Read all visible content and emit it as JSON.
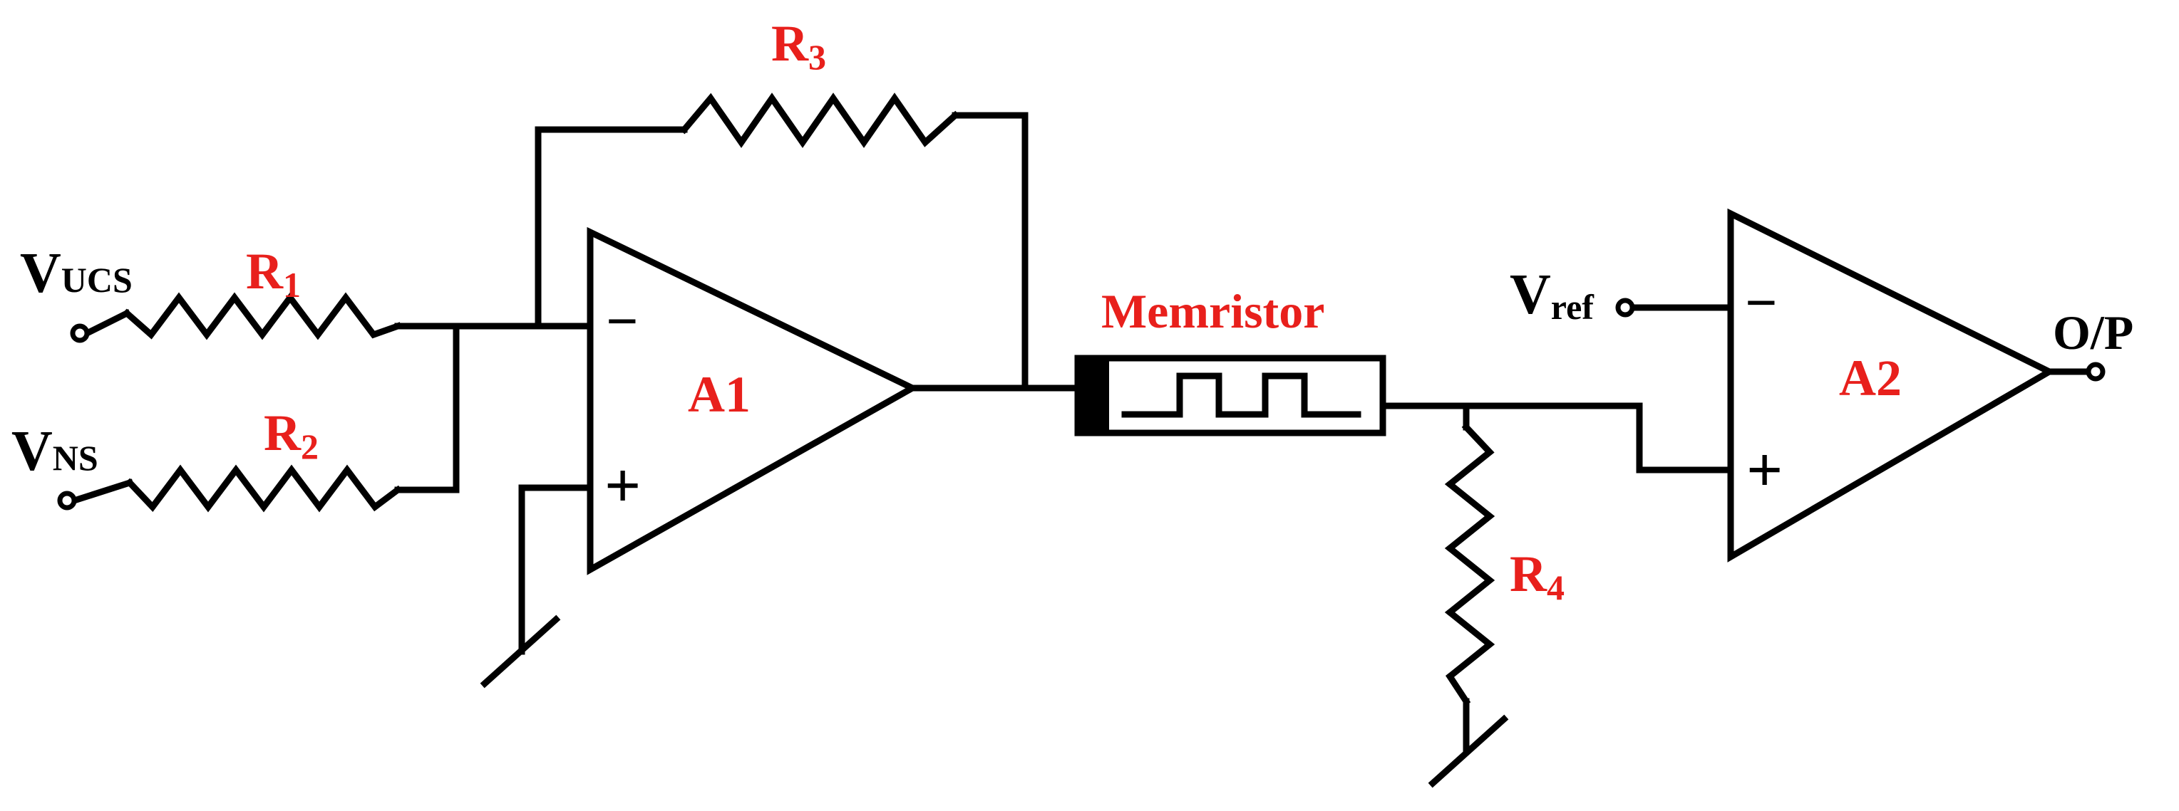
{
  "colors": {
    "label_red": "#e8201c",
    "wire": "#000000",
    "background": "#ffffff"
  },
  "inputs": {
    "v_ucs": {
      "main": "V",
      "sub": "UCS"
    },
    "v_ns": {
      "main": "V",
      "sub": "NS"
    },
    "v_ref": {
      "main": "V",
      "sub": "ref"
    }
  },
  "resistors": {
    "r1": {
      "main": "R",
      "sub": "1"
    },
    "r2": {
      "main": "R",
      "sub": "2"
    },
    "r3": {
      "main": "R",
      "sub": "3"
    },
    "r4": {
      "main": "R",
      "sub": "4"
    }
  },
  "amplifiers": {
    "a1": {
      "label": "A1",
      "minus": "−",
      "plus": "+"
    },
    "a2": {
      "label": "A2",
      "minus": "−",
      "plus": "+"
    }
  },
  "memristor": {
    "label": "Memristor"
  },
  "output": {
    "label": "O/P"
  }
}
